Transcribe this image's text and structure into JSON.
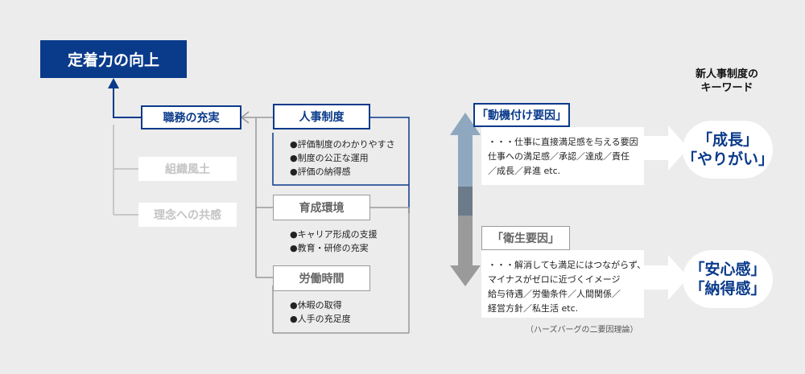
{
  "goal": {
    "label": "定着力の向上"
  },
  "duties": {
    "label": "職務の充実"
  },
  "org_culture": {
    "label": "組織風土"
  },
  "philosophy": {
    "label": "理念への共感"
  },
  "hr_system": {
    "label": "人事制度",
    "items": [
      "●評価制度のわかりやすさ",
      "●制度の公正な運用",
      "●評価の納得感"
    ]
  },
  "training_env": {
    "label": "育成環境",
    "items": [
      "●キャリア形成の支援",
      "●教育・研修の充実"
    ]
  },
  "work_hours": {
    "label": "労働時間",
    "items": [
      "●休暇の取得",
      "●人手の充足度"
    ]
  },
  "motivation_factor": {
    "title": "「動機付け要因」",
    "lines": [
      "・・・仕事に直接満足感を与える要因",
      "仕事への満足感／承認／達成／責任",
      "／成長／昇進 etc."
    ]
  },
  "hygiene_factor": {
    "title": "「衛生要因」",
    "lines": [
      "・・・解消しても満足にはつながらず、",
      "マイナスがゼロに近づくイメージ",
      "給与待遇／労働条件／人間関係／",
      "経営方針／私生活 etc."
    ]
  },
  "theory_note": "（ハーズバーグの二要因理論）",
  "keywords": {
    "heading_lines": [
      "新人事制度の",
      "キーワード"
    ],
    "motivation_lines": [
      "「成長」",
      "「やりがい」"
    ],
    "hygiene_lines": [
      "「安心感」",
      "「納得感」"
    ]
  },
  "colors": {
    "navy": "#0a3a8a",
    "motivation_arrow": "#8fa8bf",
    "hygiene_arrow": "#9a9a9a",
    "background": "#ececec"
  }
}
